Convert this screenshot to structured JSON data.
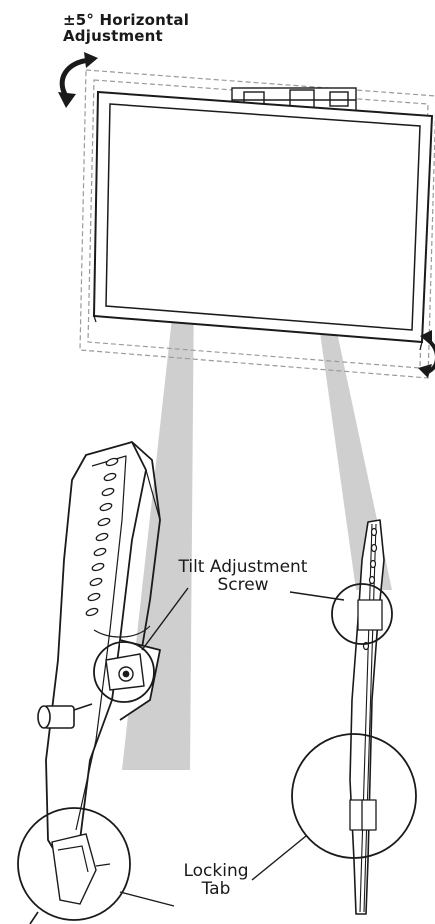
{
  "labels": {
    "horizontal_adjustment_line1": "±5° Horizontal",
    "horizontal_adjustment_line2": "Adjustment",
    "tilt_screw_line1": "Tilt Adjustment",
    "tilt_screw_line2": "Screw",
    "locking_tab_line1": "Locking",
    "locking_tab_line2": "Tab"
  },
  "colors": {
    "line": "#1a1a1a",
    "ghost_line": "#9a9a9a",
    "projection": "#c8c8c8",
    "screen_fill": "#ffffff"
  }
}
